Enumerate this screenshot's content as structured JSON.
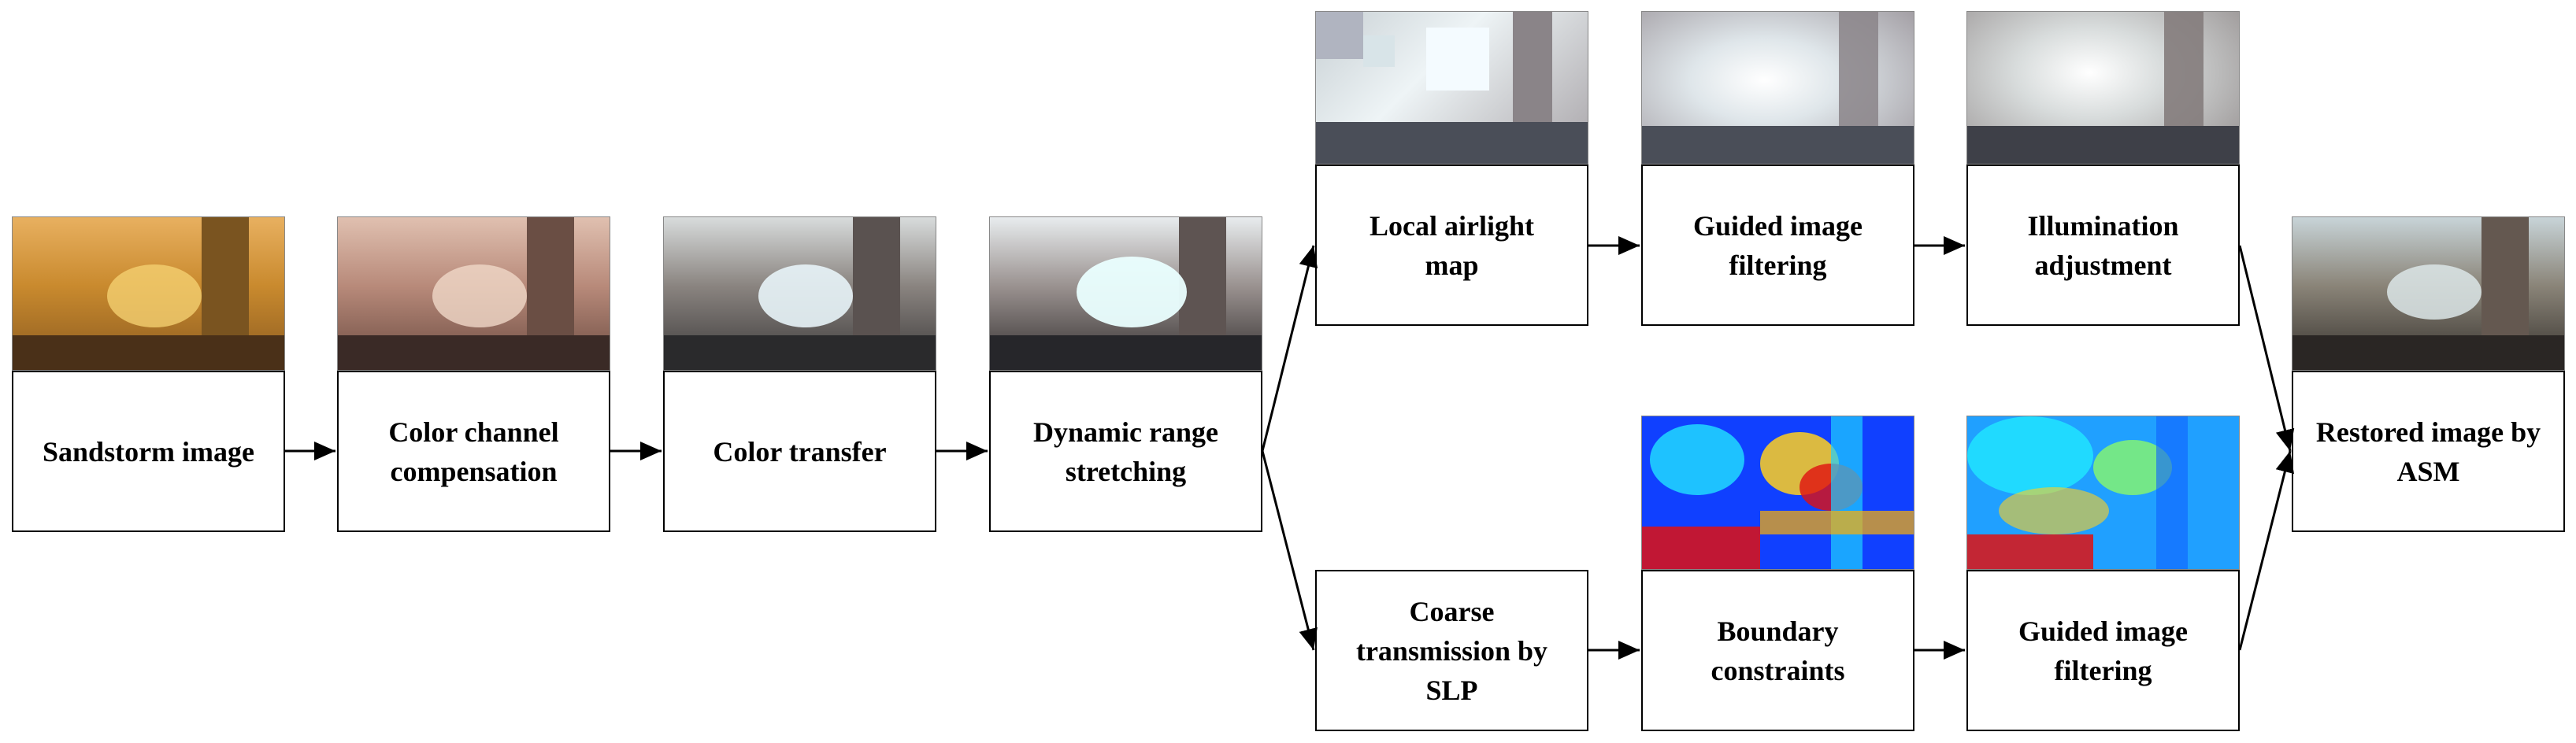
{
  "nodes": {
    "sandstorm": "Sandstorm image",
    "color_comp": "Color channel\ncompensation",
    "color_transfer": "Color transfer",
    "dynamic_range": "Dynamic range\nstretching",
    "local_airlight": "Local airlight\nmap",
    "guided_top": "Guided image\nfiltering",
    "illumination": "Illumination\nadjustment",
    "coarse": "Coarse\ntransmission by\nSLP",
    "boundary": "Boundary\nconstraints",
    "guided_bottom": "Guided image\nfiltering",
    "restored": "Restored image by\nASM"
  },
  "thumbnails": {
    "sandstorm": "street-scene-sand-tinted",
    "color_comp": "street-scene-pink-tinted",
    "color_transfer": "street-scene-neutral",
    "dynamic_range": "street-scene-stretched",
    "local_airlight": "blocky-airlight-map",
    "guided_top": "smoothed-airlight-map",
    "illumination": "adjusted-airlight-map",
    "boundary": "jet-colormap-transmission",
    "guided_bottom": "jet-colormap-refined-transmission",
    "restored": "street-scene-restored"
  },
  "colors": {
    "sand": "#c98a2e",
    "pink": "#b88a7a",
    "neutral": "#8a8480",
    "jet_blue": "#1040ff",
    "jet_cyan": "#20d0ff",
    "jet_red": "#e01010"
  }
}
